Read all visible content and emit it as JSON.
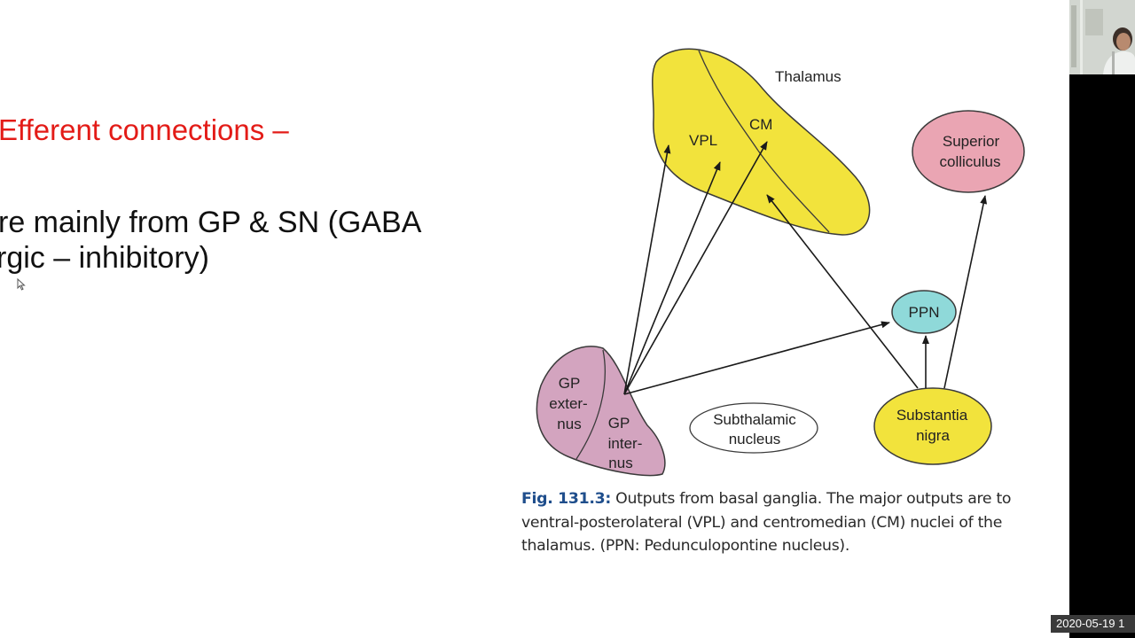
{
  "slide": {
    "heading": "Efferent connections –",
    "body_line_1": "re mainly from GP & SN (GABA",
    "body_line_2": "rgic – inhibitory)"
  },
  "figure": {
    "nodes": {
      "thalamus": "Thalamus",
      "vpl": "VPL",
      "cm": "CM",
      "superior_colliculus_1": "Superior",
      "superior_colliculus_2": "colliculus",
      "ppn": "PPN",
      "gp_externus_1": "GP",
      "gp_externus_2": "exter-",
      "gp_externus_3": "nus",
      "gp_internus_1": "GP",
      "gp_internus_2": "inter-",
      "gp_internus_3": "nus",
      "subthalamic_1": "Subthalamic",
      "subthalamic_2": "nucleus",
      "substantia_nigra_1": "Substantia",
      "substantia_nigra_2": "nigra"
    },
    "colors": {
      "thalamus": "#f2e33c",
      "substantia_nigra": "#f2e33c",
      "superior_colliculus": "#eaa5b3",
      "ppn": "#8fd9d9",
      "globus_pallidus": "#d3a4bf",
      "subthalamic": "#ffffff"
    },
    "caption_label": "Fig. 131.3:",
    "caption_text": " Outputs from basal ganglia. The major outputs are to ventral-posterolateral (VPL) and centromedian (CM) nuclei of the thalamus. (PPN: Pedunculopontine nucleus)."
  },
  "overlay": {
    "timestamp": "2020-05-19 1"
  }
}
